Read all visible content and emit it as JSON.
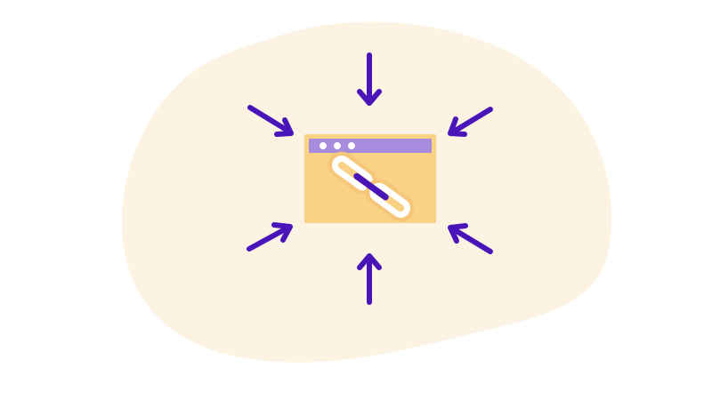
{
  "illustration": {
    "subject": "backlinks",
    "icons": {
      "window": "browser-window-icon",
      "link": "chain-link-icon",
      "arrow": "inward-arrow-icon"
    },
    "arrow_count": 6,
    "window_dots": 3
  },
  "colors": {
    "blob": "#fdf3e2",
    "window_body": "#fad285",
    "window_titlebar": "#a78bdc",
    "window_dots": "#ffffff",
    "link_fill": "#ffffff",
    "link_stroke": "#f6c77a",
    "link_bar": "#4a15b8",
    "arrows": "#4a15b8"
  }
}
